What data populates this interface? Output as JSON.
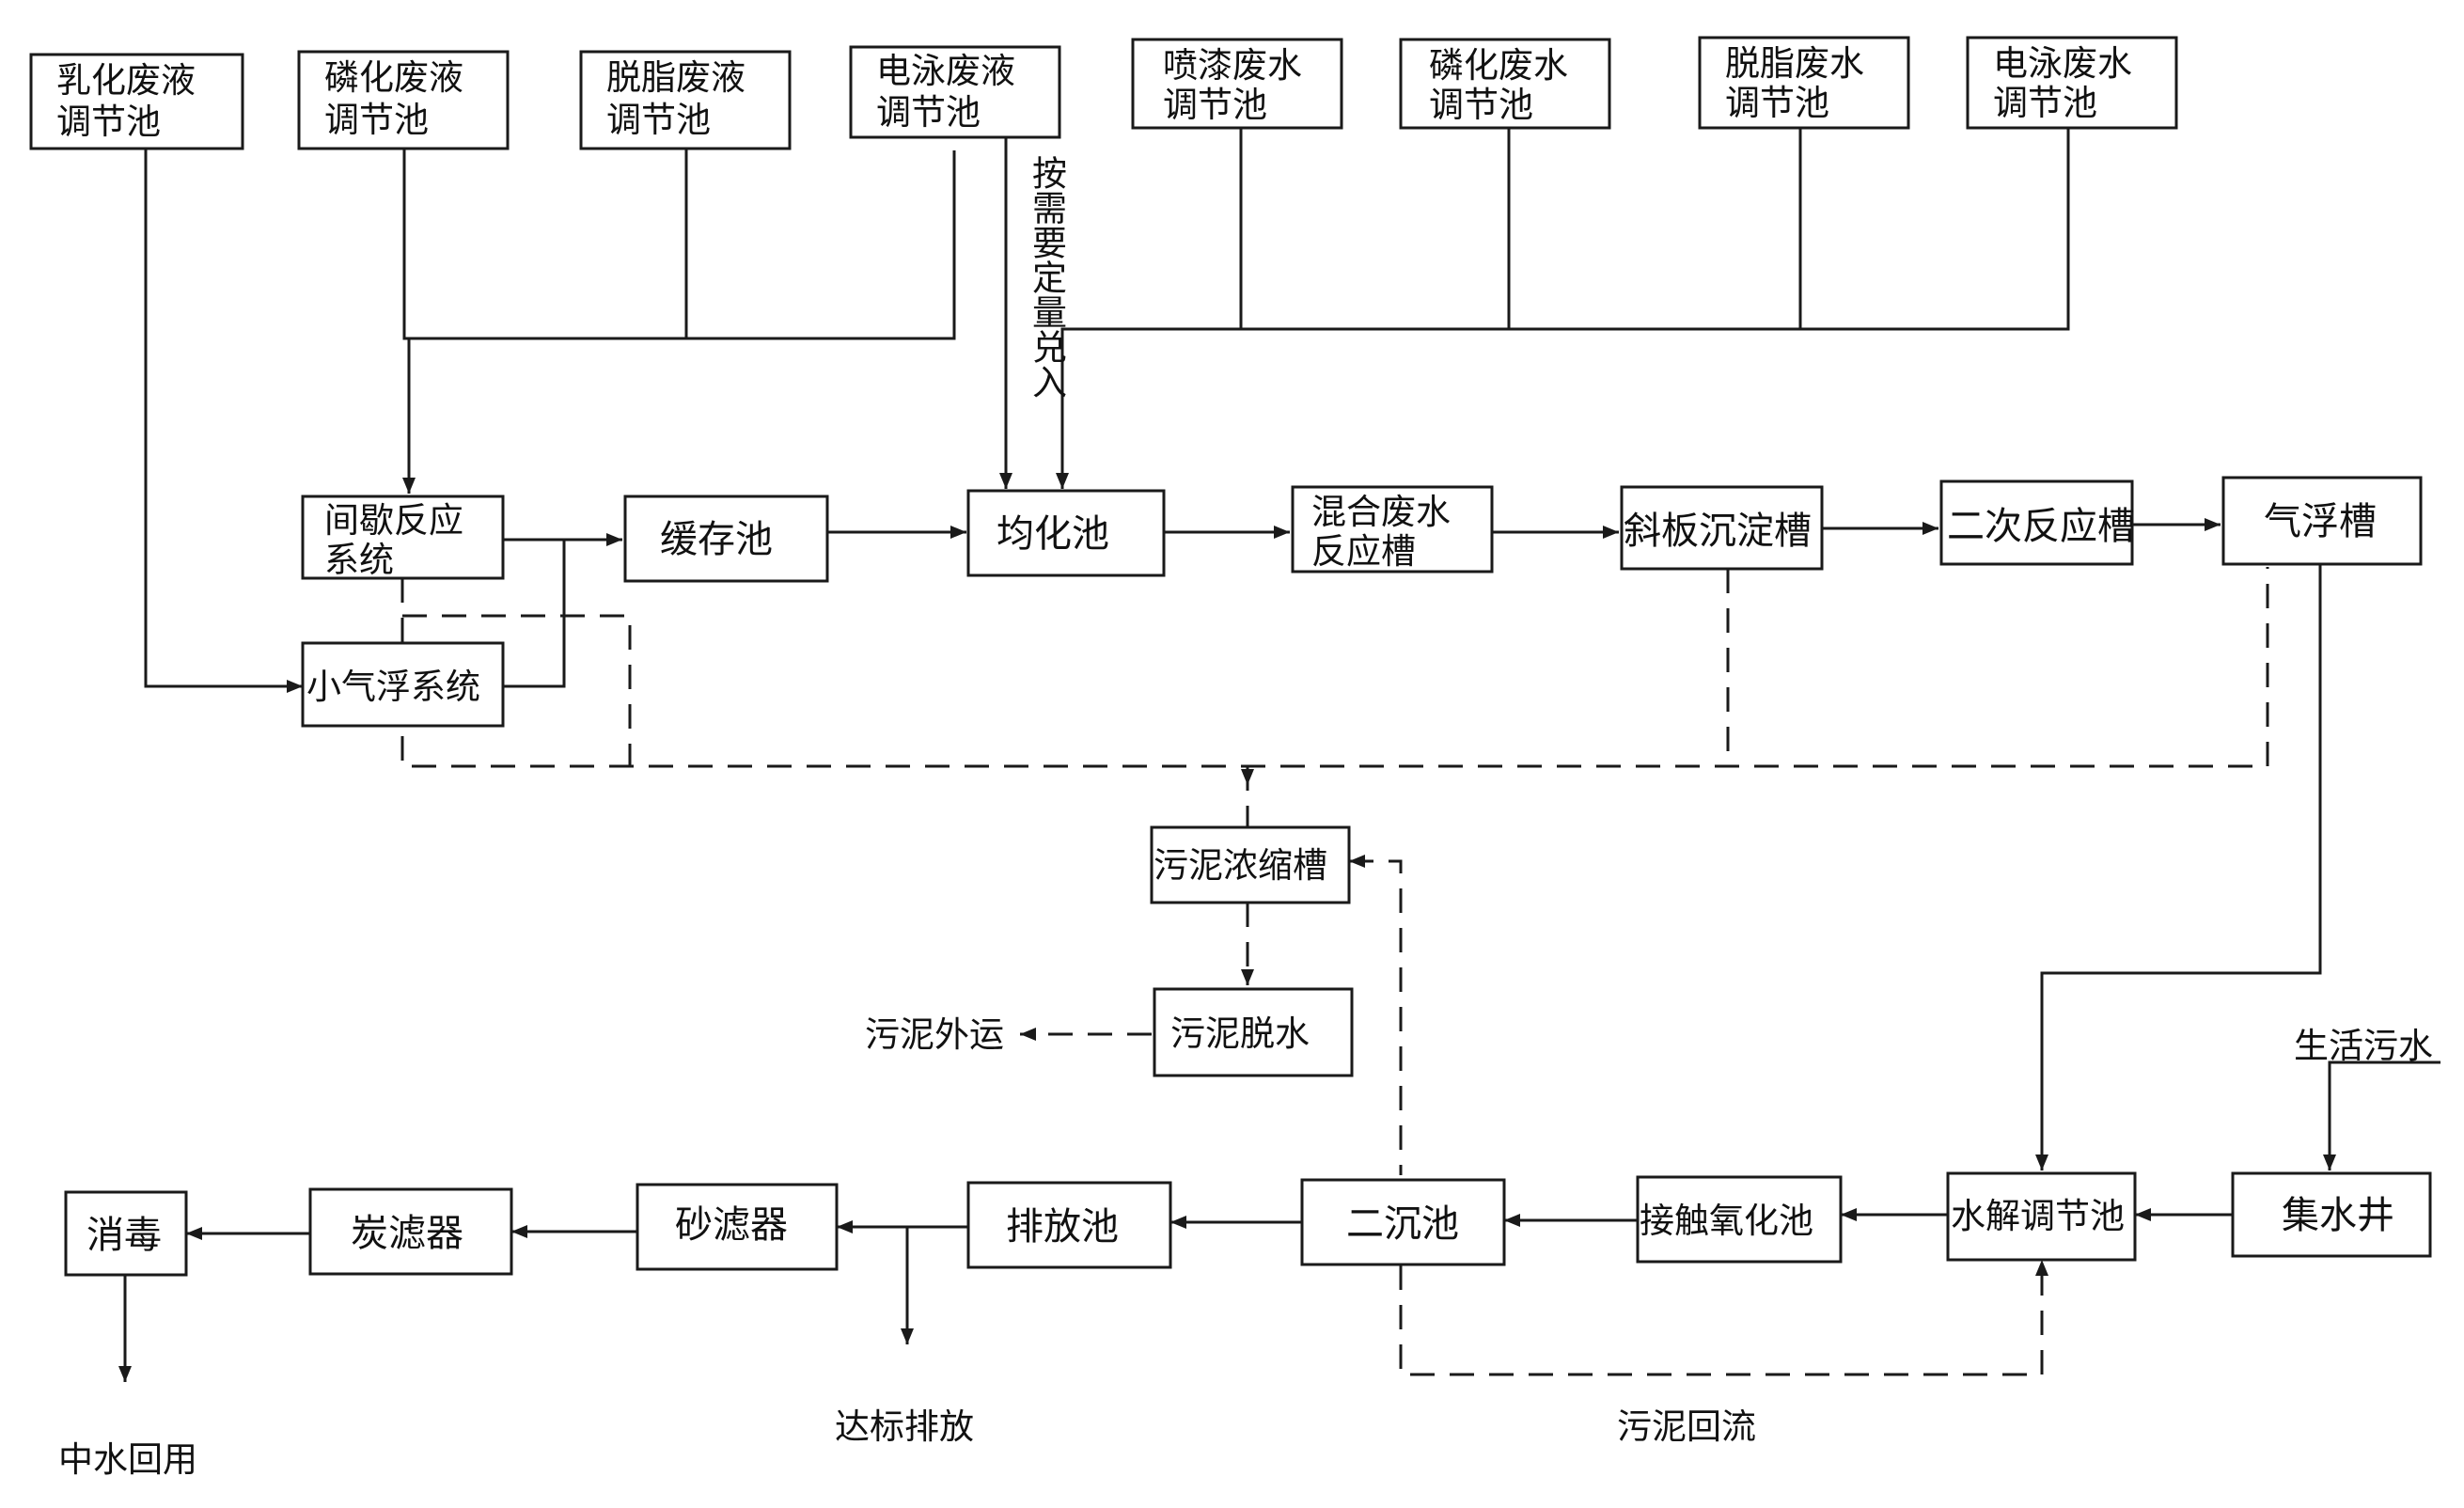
{
  "tanks_top": {
    "emulsion": [
      "乳化废液",
      "调节池"
    ],
    "phosph_liquid": [
      "磷化废液",
      "调节池"
    ],
    "degrease_liquid": [
      "脱脂废液",
      "调节池"
    ],
    "electro_liquid": [
      "电泳废液",
      "调节池"
    ],
    "spray_water": [
      "喷漆废水",
      "调节池"
    ],
    "phosph_water": [
      "磷化废水",
      "调节池"
    ],
    "degrease_water": [
      "脱脂废水",
      "调节池"
    ],
    "electro_water": [
      "电泳废水",
      "调节池"
    ]
  },
  "dosing_note": "按需要定量兑入",
  "main_line": {
    "batch": [
      "间歇反应",
      "系统"
    ],
    "buffer": "缓存池",
    "equalize": "均化池",
    "mixed": [
      "混合废水",
      "反应槽"
    ],
    "inclined": "斜板沉淀槽",
    "secondary_reaction": "二次反应槽",
    "flotation": "气浮槽",
    "small_flotation": "小气浮系统"
  },
  "sludge": {
    "thickening": "污泥浓缩槽",
    "dewater": "污泥脱水",
    "export": "污泥外运",
    "reflux": "污泥回流"
  },
  "bottom_line": {
    "disinfect": "消毒",
    "carbon_filter": "炭滤器",
    "sand_filter": "砂滤器",
    "discharge_pool": "排放池",
    "secondary_settle": "二沉池",
    "contact_oxidation": "接触氧化池",
    "hydrolysis": "水解调节池",
    "collection_well": "集水井",
    "domestic_sewage": "生活污水",
    "reuse": "中水回用",
    "compliant_discharge": "达标排放"
  }
}
